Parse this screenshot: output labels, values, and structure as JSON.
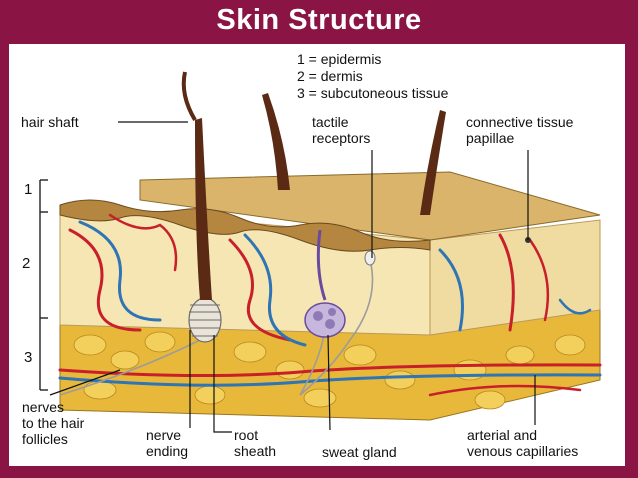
{
  "title": "Skin Structure",
  "legend": {
    "line1": "1 = epidermis",
    "line2": "2 = dermis",
    "line3": "3 = subcutoneous tissue"
  },
  "layer_numbers": {
    "one": "1",
    "two": "2",
    "three": "3"
  },
  "labels": {
    "hair_shaft": "hair shaft",
    "tactile_receptors": "tactile\nreceptors",
    "connective_tissue_papillae": "connective tissue\npapillae",
    "nerves_to_hair_follicles": "nerves\nto the hair\nfollicles",
    "nerve_ending": "nerve\nending",
    "root_sheath": "root\nsheath",
    "sweat_gland": "sweat gland",
    "arterial_venous_capillaries": "arterial and\nvenous capillaries"
  },
  "colors": {
    "frame": "#8a1545",
    "epidermis": "#d9b46a",
    "dermis": "#f6e6b4",
    "fat": "#e8b83a",
    "artery": "#c8202a",
    "vein": "#2f74b5",
    "hair": "#5a2a14"
  }
}
